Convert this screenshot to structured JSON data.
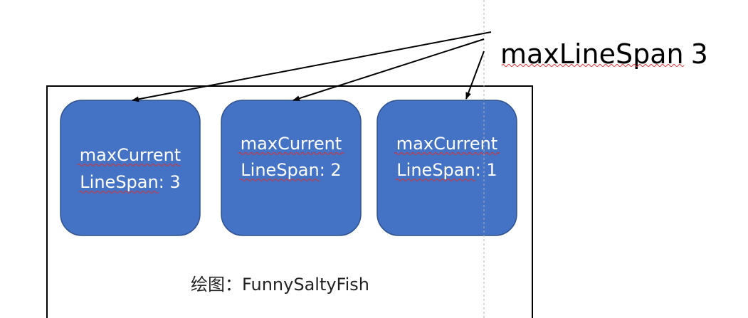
{
  "title": {
    "prefix": "maxLineSpan",
    "value": "3"
  },
  "boxes": [
    {
      "line1": "maxCurrent",
      "line2_prefix": "LineSpan",
      "line2_suffix": ": 3"
    },
    {
      "line1": "maxCurrent",
      "line2_prefix": "LineSpan",
      "line2_suffix": ": 2"
    },
    {
      "line1": "maxCurrent",
      "line2_prefix": "LineSpan",
      "line2_suffix": ": 1"
    }
  ],
  "caption": {
    "label": "绘图：",
    "author": "FunnySaltyFish"
  },
  "colors": {
    "box_fill": "#4472c4",
    "box_stroke": "#2f528f",
    "frame_stroke": "#000000",
    "arrow": "#000000",
    "spellcheck": "#e03030",
    "guide": "#b0b0b0"
  }
}
